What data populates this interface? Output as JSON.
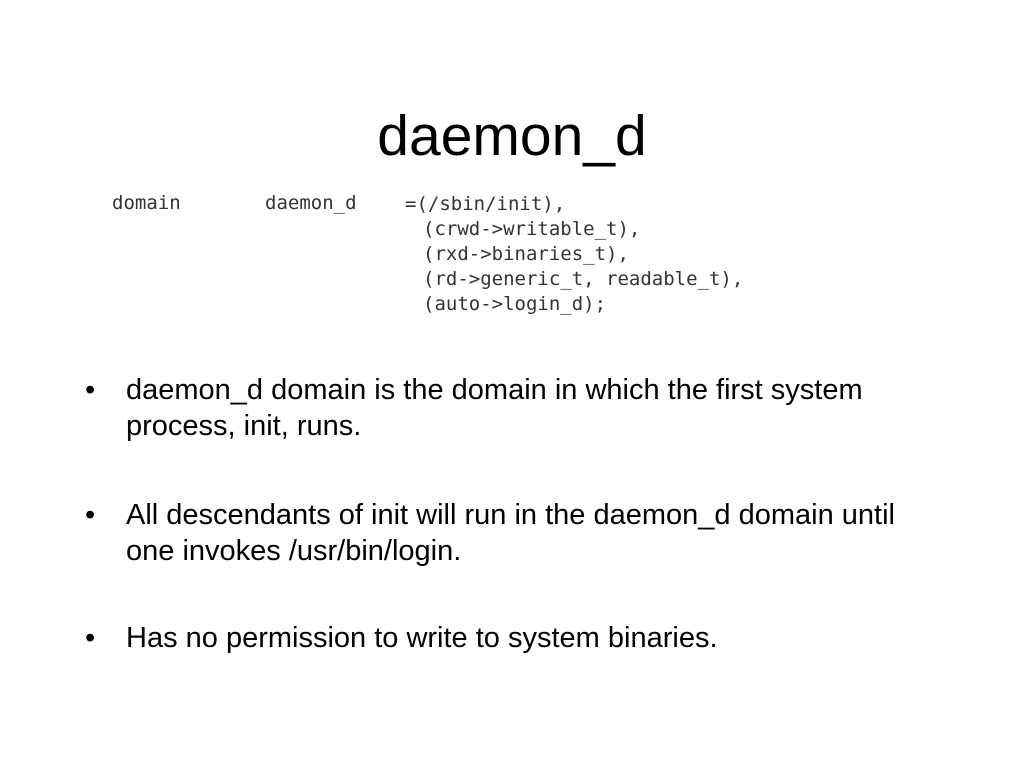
{
  "slide": {
    "title": "daemon_d",
    "code": {
      "keyword": "domain",
      "name": "daemon_d",
      "lines": [
        "=(/sbin/init),",
        "(crwd->writable_t),",
        "(rxd->binaries_t),",
        "(rd->generic_t, readable_t),",
        "(auto->login_d);"
      ]
    },
    "bullet_glyph": "•",
    "bullets": [
      "daemon_d domain is the domain in which the first system process, init, runs.",
      "All descendants of init will run in the daemon_d domain until one invokes /usr/bin/login.",
      "Has no permission to write to system binaries."
    ]
  }
}
